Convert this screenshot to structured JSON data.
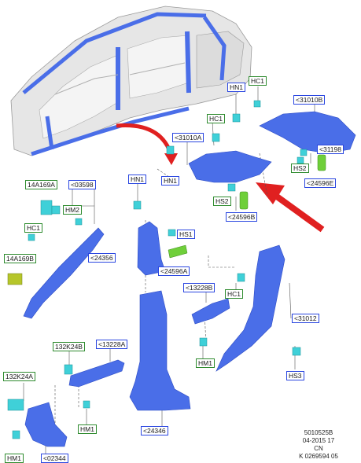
{
  "labels": {
    "l14A169A": "14A169A",
    "l03598": "<03598",
    "lHM2": "HM2",
    "lHC1a": "HC1",
    "l14A169B": "14A169B",
    "l24356": "<24356",
    "lHN1a": "HN1",
    "lHS1": "HS1",
    "l24596A": "<24596A",
    "l31010A": "<31010A",
    "lHN1b": "HN1",
    "lHC1b": "HC1",
    "lHS2a": "HS2",
    "l24596B": "<24596B",
    "lHN1c": "HN1",
    "lHC1c": "HC1",
    "l31010B": "<31010B",
    "l31198": "<31198",
    "lHS2b": "HS2",
    "l24596E": "<24596E",
    "l13228B": "<13228B",
    "lHC1d": "HC1",
    "l31012": "<31012",
    "lHM1a": "HM1",
    "lHS3": "HS3",
    "l132K24B": "132K24B",
    "l13228A": "<13228A",
    "l132K24A": "132K24A",
    "lHM1b": "HM1",
    "l24346": "<24346",
    "lHM1c": "HM1",
    "l02344": "<02344"
  },
  "stamp": {
    "line1": "5010525B",
    "line2": "04-2015 17",
    "line3": "CN",
    "line4": "K 0269594 05"
  },
  "colors": {
    "part_blue": "#4a6ee8",
    "part_blue_dark": "#2c4bc4",
    "body_grey": "#e3e3e3",
    "clip_cyan": "#3fd0d8",
    "clip_green": "#6fcf3a",
    "arrow_red": "#e02020",
    "label_blue": "#2a46e0",
    "label_green": "#2e8b2e"
  }
}
